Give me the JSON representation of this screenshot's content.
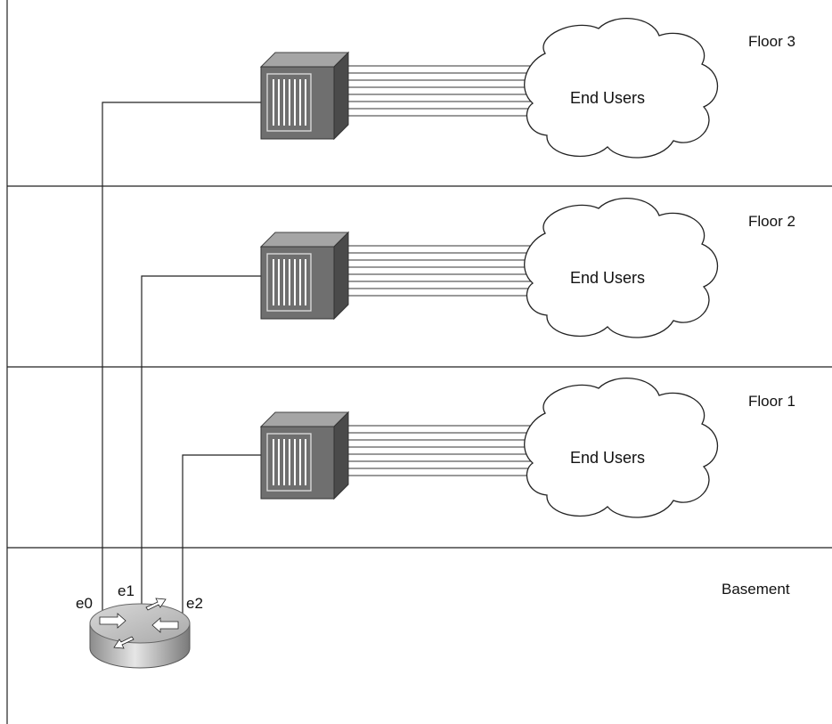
{
  "floors": [
    {
      "label": "Floor 3",
      "cloud_label": "End Users",
      "port": "e0"
    },
    {
      "label": "Floor 2",
      "cloud_label": "End Users",
      "port": "e1"
    },
    {
      "label": "Floor 1",
      "cloud_label": "End Users",
      "port": "e2"
    }
  ],
  "basement": {
    "label": "Basement"
  },
  "router": {
    "icon": "router-icon"
  },
  "switch": {
    "icon": "switch-icon",
    "user_links": 8
  },
  "colors": {
    "line": "#222222",
    "switch_front": "#6f6f6f",
    "switch_top": "#9a9a9a",
    "switch_side": "#4a4a4a",
    "router_top": "#c9c9c9",
    "router_side": "#8a8a8a"
  }
}
